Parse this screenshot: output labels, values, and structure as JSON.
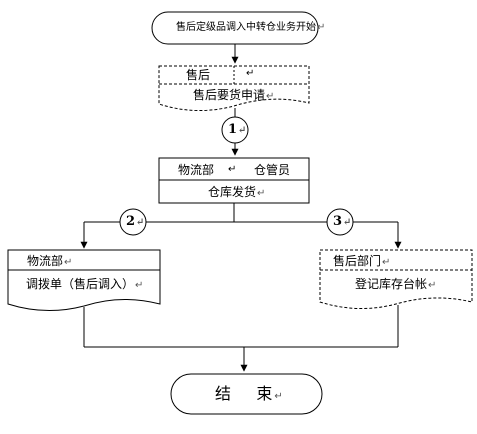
{
  "start": {
    "label": "售后定级品调入中转仓业务开始",
    "mark": "↵"
  },
  "doc1": {
    "role": "售后",
    "extra": "↵",
    "title": "售后要货申请",
    "mark": "↵"
  },
  "step1": {
    "num": "1",
    "mark": "↵"
  },
  "proc1": {
    "role_left": "物流部",
    "role_right": "仓管员",
    "mark_mid": "↵",
    "title": "仓库发货",
    "mark": "↵"
  },
  "step2": {
    "num": "2",
    "mark": "↵"
  },
  "step3": {
    "num": "3",
    "mark": "↵"
  },
  "doc2": {
    "role": "物流部",
    "mark_role": "↵",
    "title": "调拨单（售后调入）",
    "mark": "↵"
  },
  "doc3": {
    "role": "售后部门",
    "mark_role": "↵",
    "title": "登记库存台帐",
    "mark": "↵"
  },
  "end": {
    "label": "结    束",
    "mark": "↵"
  }
}
